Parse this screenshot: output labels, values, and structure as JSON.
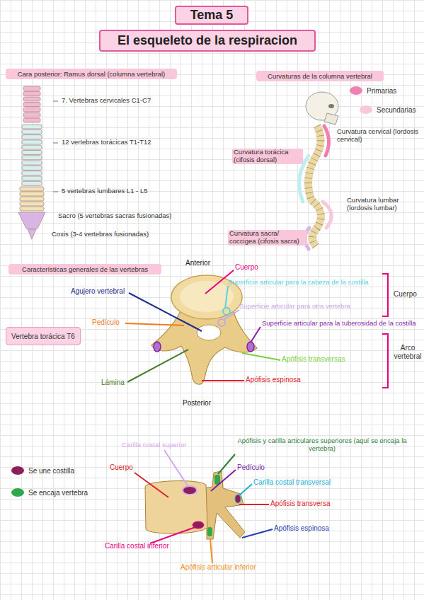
{
  "diagram": {
    "title": "Tema 5",
    "nodes": [
      {
        "text": [
          "Cara posterior: Ramus dorsal (columna vertebral)"
        ]
      },
      {
        "text": [
          "Curvaturas de la columna vertebral"
        ]
      },
      {
        "text": [
          "Características generales de las vertebras"
        ]
      },
      {
        "text": [
          "Vertebra torácica T6"
        ]
      }
    ],
    "labels": [
      "El esqueleto de la respiracion",
      "7. Vertebras cervicales C1-C7",
      "12 vertebras torácicas T1-T12",
      "5 vertebras lumbares L1 - L5",
      "Sacro (5 vertebras sacras fusionadas)",
      "Coxis (3-4 vertebras fusionadas)",
      "Curvatura cervical (lordosis cervical)",
      "Curvatura torácica (cifosis dorsal)",
      "Curvatura lumbar (lordosis lumbar)",
      "Curvatura sacra/ coccigea (cifosis sacra)",
      "Anterior",
      "Cuerpo",
      "Superficie articular para la cabeza de la costilla",
      "Superficie articular para otra vertebra",
      "Agujero vertebral",
      "Pedículo",
      "Superficie articular para la tuberosidad de la costilla",
      "Apófisis transversas",
      "Lámina",
      "Apófisis espinosa",
      "Posterior",
      "Cuerpo",
      "Arco vertebral",
      "Carilla costal superior",
      "Apófisis y carilla articulares superiores (aquí se encaja la vertebra)",
      "Cuerpo",
      "Pedículo",
      "Carilla costal transversal",
      "Apófisis transversa",
      "Apófisis espinosa",
      "Carilla costal inferior",
      "Apófisis articular inferior"
    ],
    "legend": [
      {
        "text": "Primarias",
        "color": "#f27fb2"
      },
      {
        "text": "Secundarias",
        "color": "#f9c8dc"
      },
      {
        "text": "Se une costilla",
        "color": "#8b1f5a"
      },
      {
        "text": "Se encaja vertebra",
        "color": "#2ea84a"
      }
    ]
  }
}
